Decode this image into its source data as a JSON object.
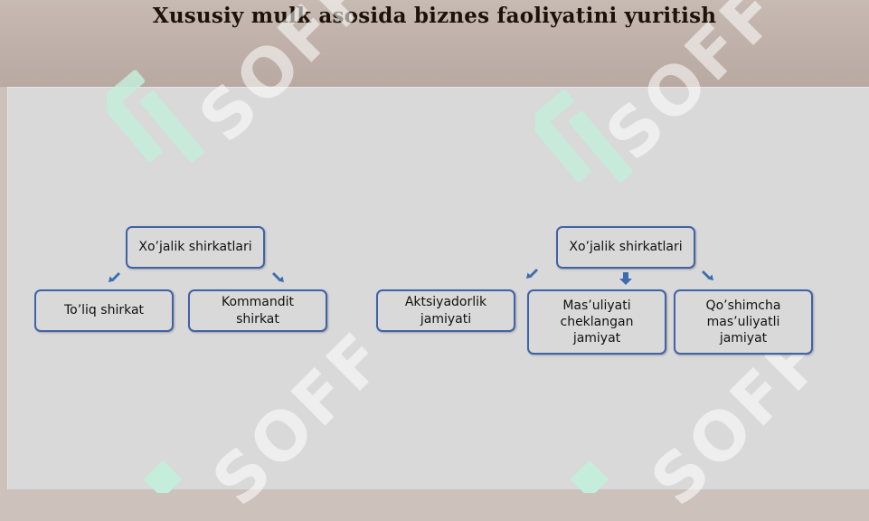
{
  "title": "Xususiy mulk asosida biznes faoliyatini yuritish",
  "watermark": "SOFF",
  "colors": {
    "node_border": "#3f62a8",
    "arrow": "#3a6cb0",
    "watermark": "#c4eedb"
  },
  "diagram": {
    "left": {
      "root": "Xo’jalik shirkatlari",
      "children": [
        "To’liq shirkat",
        "Kommandit shirkat"
      ]
    },
    "right": {
      "root": "Xo’jalik shirkatlari",
      "children": [
        "Aktsiyadorlik jamiyati",
        "Mas’uliyati cheklangan jamiyat",
        "Qo’shimcha mas’uliyatli jamiyat"
      ]
    }
  }
}
